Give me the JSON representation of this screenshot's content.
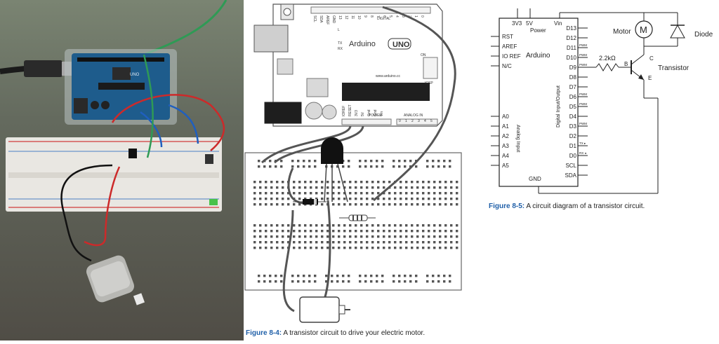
{
  "photo": {
    "board_label": "UNO"
  },
  "breadboard_figure": {
    "board_labels": {
      "brand": "Arduino",
      "model": "UNO",
      "website": "www.arduino.cc",
      "power": "POWER",
      "analog_in": "ANALOG IN",
      "digital": "DIGITAL",
      "icsp": "ICSP",
      "tx": "TX",
      "rx": "RX",
      "l": "L",
      "on": "ON",
      "pwm_left": "PWM",
      "pwm_mid": "PWM",
      "pwm_right": "PWM",
      "power_pins": [
        "IOREF",
        "RESET",
        "3V3",
        "5V",
        "Gnd",
        "Gnd",
        "Vin"
      ],
      "analog_pins": [
        "0",
        "1",
        "2",
        "3",
        "4",
        "5"
      ],
      "digital_pins_top": [
        "SCL",
        "SDA",
        "AREF",
        "GND",
        "13",
        "12",
        "11",
        "10",
        "9",
        "8",
        "7",
        "6",
        "5",
        "4",
        "3",
        "2",
        "1",
        "0"
      ],
      "tx_rx": [
        "TX",
        "RX"
      ]
    },
    "caption_label": "Figure 8-4:",
    "caption_text": "A transistor circuit to drive your electric motor."
  },
  "schematic_figure": {
    "power_labels": [
      "3V3",
      "5V",
      "Vin"
    ],
    "power_title": "Power",
    "board_title": "Arduino",
    "left_pins_top": [
      "RST",
      "AREF",
      "IO REF",
      "N/C"
    ],
    "left_pins_analog": [
      "A0",
      "A1",
      "A2",
      "A3",
      "A4",
      "A5"
    ],
    "analog_label": "Analog Input",
    "digital_label": "Digital Input/Output",
    "right_pins": [
      "D13",
      "D12",
      "D11",
      "D10",
      "D9",
      "D8",
      "D7",
      "D6",
      "D5",
      "D4",
      "D3",
      "D2",
      "D1",
      "D0",
      "SCL",
      "SDA"
    ],
    "pwm_pins": [
      "D11",
      "D10",
      "D9",
      "D6",
      "D5",
      "D3"
    ],
    "pwm_label": "PWM",
    "tx_label": "TX",
    "rx_label": "RX",
    "gnd_label": "GND",
    "resistor_label": "2.2kΩ",
    "motor_label": "Motor",
    "motor_symbol": "M",
    "diode_label": "Diode",
    "transistor_label": "Transistor",
    "pin_b": "B",
    "pin_c": "C",
    "pin_e": "E",
    "caption_label": "Figure 8-5:",
    "caption_text": "A circuit diagram of a transistor circuit."
  }
}
